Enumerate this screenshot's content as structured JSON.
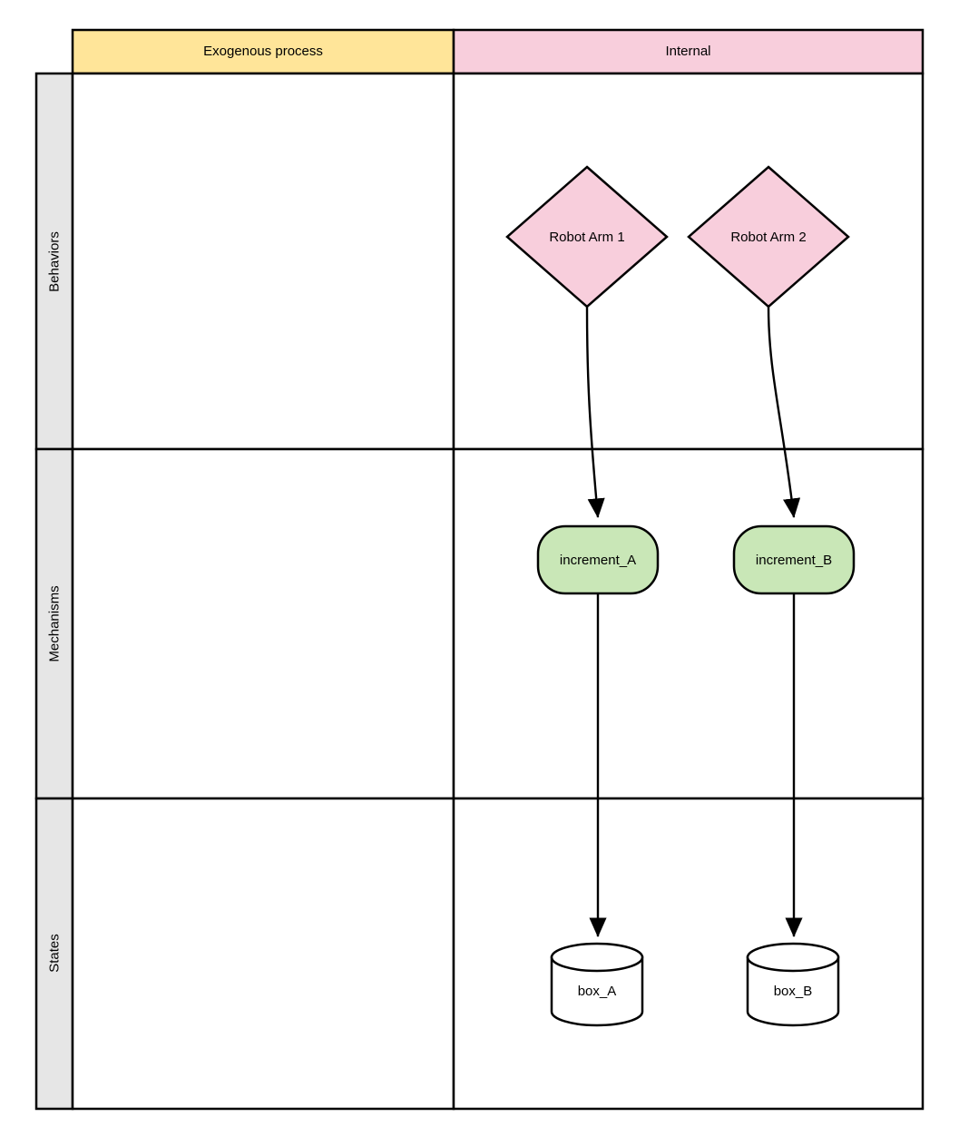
{
  "diagram": {
    "type": "cross-functional-flowchart",
    "title": "",
    "colors": {
      "pool_header_exogenous_fill": "#FFE599",
      "pool_header_internal_fill": "#F8CEDC",
      "lane_header_fill": "#E6E6E6",
      "behavior_node_fill": "#F8CEDC",
      "mechanism_node_fill": "#C9E7B7",
      "state_node_fill": "#FFFFFF",
      "stroke": "#000000",
      "text": "#000000"
    },
    "columns": [
      {
        "id": "exogenous",
        "label": "Exogenous process"
      },
      {
        "id": "internal",
        "label": "Internal"
      }
    ],
    "rows": [
      {
        "id": "behaviors",
        "label": "Behaviors"
      },
      {
        "id": "mechanisms",
        "label": "Mechanisms"
      },
      {
        "id": "states",
        "label": "States"
      }
    ],
    "nodes": [
      {
        "id": "robot_arm_1",
        "label": "Robot Arm 1",
        "shape": "diamond",
        "column": "internal",
        "row": "behaviors"
      },
      {
        "id": "robot_arm_2",
        "label": "Robot Arm 2",
        "shape": "diamond",
        "column": "internal",
        "row": "behaviors"
      },
      {
        "id": "increment_a",
        "label": "increment_A",
        "shape": "rounded-rectangle",
        "column": "internal",
        "row": "mechanisms"
      },
      {
        "id": "increment_b",
        "label": "increment_B",
        "shape": "rounded-rectangle",
        "column": "internal",
        "row": "mechanisms"
      },
      {
        "id": "box_a",
        "label": "box_A",
        "shape": "cylinder",
        "column": "internal",
        "row": "states"
      },
      {
        "id": "box_b",
        "label": "box_B",
        "shape": "cylinder",
        "column": "internal",
        "row": "states"
      }
    ],
    "edges": [
      {
        "id": "e1",
        "from": "robot_arm_1",
        "to": "increment_a",
        "style": "curved-arrow",
        "label": ""
      },
      {
        "id": "e2",
        "from": "robot_arm_2",
        "to": "increment_b",
        "style": "curved-arrow",
        "label": ""
      },
      {
        "id": "e3",
        "from": "increment_a",
        "to": "box_a",
        "style": "straight-arrow",
        "label": ""
      },
      {
        "id": "e4",
        "from": "increment_b",
        "to": "box_b",
        "style": "straight-arrow",
        "label": ""
      }
    ]
  }
}
